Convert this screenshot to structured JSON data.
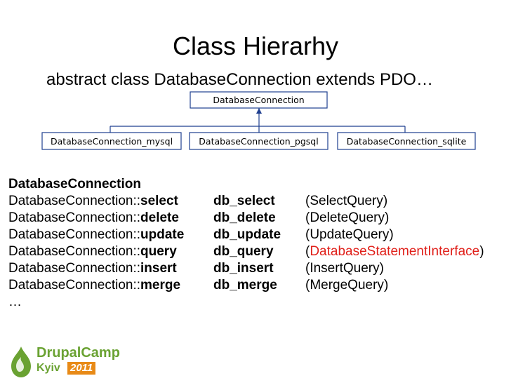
{
  "slide": {
    "title": "Class Hierarhy",
    "subtitle": "abstract class DatabaseConnection extends PDO…"
  },
  "diagram": {
    "parent": "DatabaseConnection",
    "children": [
      "DatabaseConnection_mysql",
      "DatabaseConnection_pgsql",
      "DatabaseConnection_sqlite"
    ]
  },
  "table": {
    "heading": "DatabaseConnection",
    "rows": [
      {
        "prefix": "DatabaseConnection::",
        "method": "select",
        "func": "db_select",
        "open": "(",
        "type": "SelectQuery",
        "close": ")",
        "highlight": false
      },
      {
        "prefix": "DatabaseConnection::",
        "method": "delete",
        "func": "db_delete",
        "open": "(",
        "type": "DeleteQuery",
        "close": ")",
        "highlight": false
      },
      {
        "prefix": "DatabaseConnection::",
        "method": "update",
        "func": "db_update",
        "open": "(",
        "type": "UpdateQuery",
        "close": ")",
        "highlight": false
      },
      {
        "prefix": "DatabaseConnection::",
        "method": "query",
        "func": "db_query",
        "open": "(",
        "type": "DatabaseStatementInterface",
        "close": ")",
        "highlight": true
      },
      {
        "prefix": "DatabaseConnection::",
        "method": "insert",
        "func": "db_insert",
        "open": "(",
        "type": "InsertQuery",
        "close": ")",
        "highlight": false
      },
      {
        "prefix": "DatabaseConnection::",
        "method": "merge",
        "func": "db_merge",
        "open": "(",
        "type": "MergeQuery",
        "close": ")",
        "highlight": false
      }
    ],
    "ellipsis": "…"
  },
  "logo": {
    "name": "DrupalCamp",
    "city": "Kyiv",
    "year": "2011"
  },
  "colors": {
    "highlight": "#e0201a",
    "diagram_line": "#1f3f8f",
    "logo_green": "#6aa232",
    "logo_orange": "#e88a17"
  }
}
